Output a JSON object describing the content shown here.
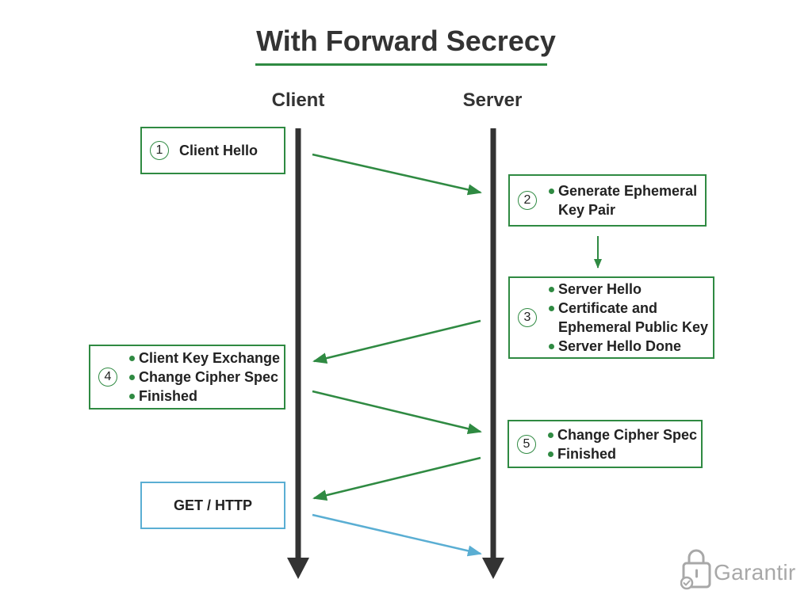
{
  "title": "With Forward Secrecy",
  "lanes": {
    "client": "Client",
    "server": "Server"
  },
  "steps": [
    {
      "number": "1",
      "label": "Client Hello"
    },
    {
      "number": "2",
      "bullets": [
        "Generate Ephemeral Key Pair"
      ]
    },
    {
      "number": "3",
      "bullets": [
        "Server Hello",
        "Certificate and Ephemeral Public Key",
        "Server Hello Done"
      ]
    },
    {
      "number": "4",
      "bullets": [
        "Client Key Exchange",
        "Change Cipher Spec",
        "Finished"
      ]
    },
    {
      "number": "5",
      "bullets": [
        "Change Cipher Spec",
        "Finished"
      ]
    }
  ],
  "request": {
    "label": "GET / HTTP"
  },
  "logo": {
    "text": "Garantir",
    "icon": "padlock-check-icon"
  },
  "colors": {
    "accent": "#2f8a42",
    "http": "#5aaed3",
    "lifeline": "#333333",
    "text": "#222222",
    "logo": "#a8a8a8"
  }
}
